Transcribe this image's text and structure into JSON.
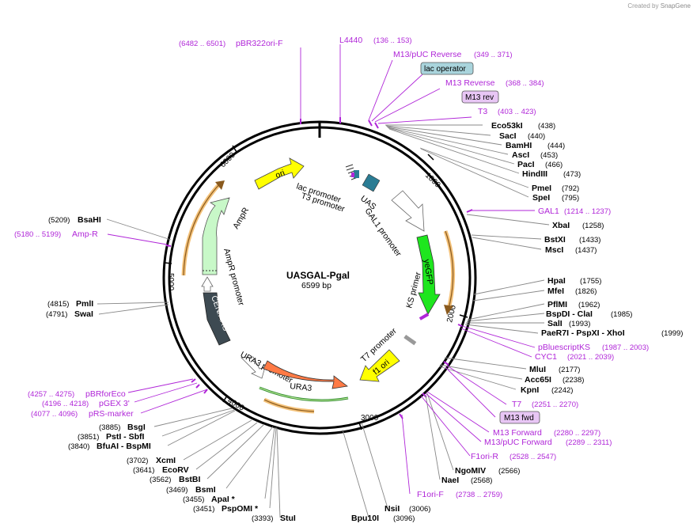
{
  "credit": {
    "prefix": "Created by",
    "brand": "SnapGene"
  },
  "plasmid": {
    "name": "UASGAL-Pgal",
    "length_label": "6599 bp"
  },
  "ticks": [
    "1000",
    "2000",
    "3000",
    "4000",
    "5000",
    "6000"
  ],
  "enzymes": [
    {
      "name": "Eco53kI",
      "pos": "(438)"
    },
    {
      "name": "SacI",
      "pos": "(440)"
    },
    {
      "name": "BamHI",
      "pos": "(444)"
    },
    {
      "name": "AscI",
      "pos": "(453)"
    },
    {
      "name": "PacI",
      "pos": "(466)"
    },
    {
      "name": "HindIII",
      "pos": "(473)"
    },
    {
      "name": "PmeI",
      "pos": "(792)"
    },
    {
      "name": "SpeI",
      "pos": "(795)"
    },
    {
      "name": "XbaI",
      "pos": "(1258)"
    },
    {
      "name": "BstXI",
      "pos": "(1433)"
    },
    {
      "name": "MscI",
      "pos": "(1437)"
    },
    {
      "name": "HpaI",
      "pos": "(1755)"
    },
    {
      "name": "MfeI",
      "pos": "(1826)"
    },
    {
      "name": "PflMI",
      "pos": "(1962)"
    },
    {
      "name": "BspDI - ClaI",
      "pos": "(1985)"
    },
    {
      "name": "SalI",
      "pos": "(1993)"
    },
    {
      "name": "PaeR7I - PspXI - XhoI",
      "pos": "(1999)"
    },
    {
      "name": "MluI",
      "pos": "(2177)"
    },
    {
      "name": "Acc65I",
      "pos": "(2238)"
    },
    {
      "name": "KpnI",
      "pos": "(2242)"
    },
    {
      "name": "NgoMIV",
      "pos": "(2566)"
    },
    {
      "name": "NaeI",
      "pos": "(2568)"
    },
    {
      "name": "NsiI",
      "pos": "(3006)"
    },
    {
      "name": "Bpu10I",
      "pos": "(3096)"
    },
    {
      "name": "StuI",
      "pos": "(3393)"
    },
    {
      "name": "PspOMI *",
      "pos": "(3451)"
    },
    {
      "name": "ApaI *",
      "pos": "(3455)"
    },
    {
      "name": "BsmI",
      "pos": "(3469)"
    },
    {
      "name": "BstBI",
      "pos": "(3562)"
    },
    {
      "name": "EcoRV",
      "pos": "(3641)"
    },
    {
      "name": "XcmI",
      "pos": "(3702)"
    },
    {
      "name": "BfuAI - BspMI",
      "pos": "(3840)"
    },
    {
      "name": "PstI - SbfI",
      "pos": "(3851)"
    },
    {
      "name": "BsgI",
      "pos": "(3885)"
    },
    {
      "name": "SwaI",
      "pos": "(4791)"
    },
    {
      "name": "PmlI",
      "pos": "(4815)"
    },
    {
      "name": "BsaHI",
      "pos": "(5209)"
    }
  ],
  "features": [
    {
      "name": "pBR322ori-F",
      "range": "(6482 .. 6501)"
    },
    {
      "name": "L4440",
      "range": "(136 .. 153)"
    },
    {
      "name": "M13/pUC Reverse",
      "range": "(349 .. 371)"
    },
    {
      "name": "M13 Reverse",
      "range": "(368 .. 384)"
    },
    {
      "name": "T3",
      "range": "(403 .. 423)"
    },
    {
      "name": "GAL1",
      "range": "(1214 .. 1237)"
    },
    {
      "name": "pBluescriptKS",
      "range": "(1987 .. 2003)"
    },
    {
      "name": "CYC1",
      "range": "(2021 .. 2039)"
    },
    {
      "name": "T7",
      "range": "(2251 .. 2270)"
    },
    {
      "name": "M13 Forward",
      "range": "(2280 .. 2297)"
    },
    {
      "name": "M13/pUC Forward",
      "range": "(2289 .. 2311)"
    },
    {
      "name": "F1ori-R",
      "range": "(2528 .. 2547)"
    },
    {
      "name": "F1ori-F",
      "range": "(2738 .. 2759)"
    },
    {
      "name": "pRS-marker",
      "range": "(4077 .. 4096)"
    },
    {
      "name": "pGEX 3'",
      "range": "(4196 .. 4218)"
    },
    {
      "name": "pBRforEco",
      "range": "(4257 .. 4275)"
    },
    {
      "name": "Amp-R",
      "range": "(5180 .. 5199)"
    }
  ],
  "boxes": {
    "lac_operator": "lac operator",
    "m13_rev": "M13 rev",
    "m13_fwd": "M13 fwd"
  },
  "inner_features": {
    "ori": "ori",
    "lac_promoter": "lac promoter",
    "t3_promoter": "T3 promoter",
    "uas": "UAS",
    "gal1_promoter": "GAL1 promoter",
    "yegfp": "yeGFP",
    "ks_primer": "KS primer",
    "t7_promoter": "T7 promoter",
    "f1_ori": "f1 ori",
    "ura3_promoter": "URA3 promoter",
    "ura3": "URA3",
    "cen_ars": "CEN/ARS",
    "ampr_promoter": "AmpR promoter",
    "ampr": "AmpR"
  },
  "colors": {
    "feature_purple": "#b026d8",
    "ori": "#ffff00",
    "uas": "#2a7c94",
    "yegfp": "#1ee61e",
    "f1_ori": "#ffff00",
    "ura3": "#ff7a45",
    "cen_ars": "#3d4a52",
    "ampr": "#c8f8c8",
    "orf_orange": "#f4c27a",
    "orf_brown": "#8a5a1e",
    "ura3_orf_green": "#2d8a2d",
    "lac_operator_box": "#a9d4dc",
    "m13_box": "#e8c6f5"
  }
}
